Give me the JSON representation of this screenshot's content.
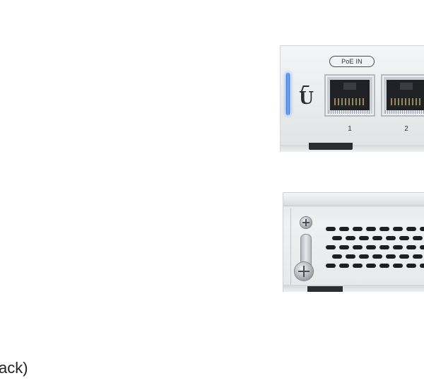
{
  "front_unit": {
    "poe_label": "PoE IN",
    "ports": [
      {
        "number": "1"
      },
      {
        "number": "2"
      }
    ],
    "status_led_color": "#4c90ff"
  },
  "back_unit": {
    "vent_rows": 5
  },
  "caption": "ack)"
}
